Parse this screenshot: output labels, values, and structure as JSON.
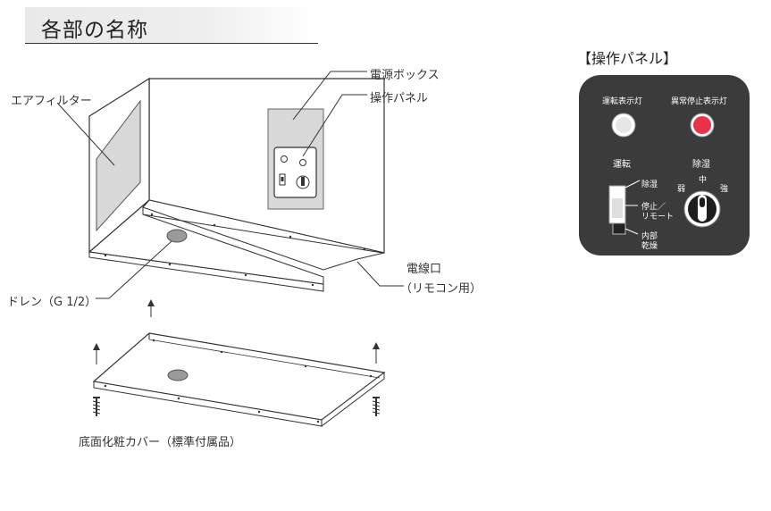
{
  "header": {
    "title": "各部の名称"
  },
  "diagram": {
    "labels": {
      "air_filter": "エアフィルター",
      "power_box": "電源ボックス",
      "control_panel": "操作パネル",
      "wire_port": "電線口",
      "wire_port_note": "（リモコン用）",
      "drain": "ドレン（G 1/2）",
      "bottom_cover": "底面化粧カバー（標準付属品）"
    }
  },
  "panel": {
    "title": "【操作パネル】",
    "run_lamp_label": "運転表示灯",
    "fault_lamp_label": "異常停止表示灯",
    "run_label": "運転",
    "dehumid_label": "除湿",
    "switch_positions": [
      "除湿",
      "停止／リモート",
      "内部乾燥"
    ],
    "switch_pos_stop_line1": "停止／",
    "switch_pos_stop_line2": "リモート",
    "switch_pos_dry_line1": "内部",
    "switch_pos_dry_line2": "乾燥",
    "knob_weak": "弱",
    "knob_mid": "中",
    "knob_strong": "強",
    "fault_lamp_color": "#e8334a",
    "run_lamp_color": "#e6e6e6",
    "panel_color": "#3b3b3b"
  }
}
